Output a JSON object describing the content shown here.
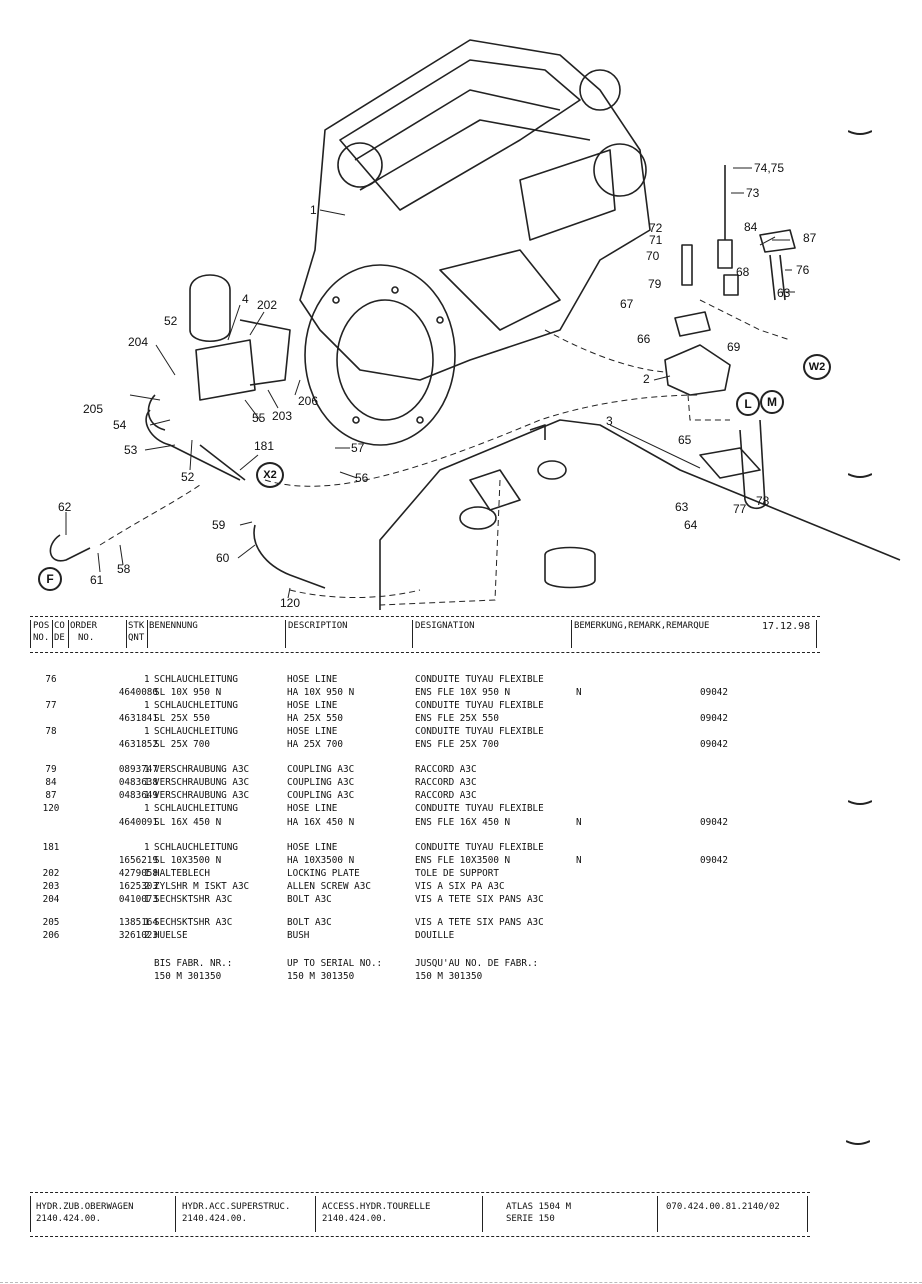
{
  "drawing": {
    "callouts": [
      "1",
      "2",
      "3",
      "4",
      "52",
      "54",
      "53",
      "52",
      "55",
      "56",
      "57",
      "58",
      "59",
      "60",
      "61",
      "62",
      "63",
      "63",
      "64",
      "65",
      "66",
      "67",
      "68",
      "69",
      "70",
      "71",
      "72",
      "73",
      "74,75",
      "76",
      "77",
      "78",
      "79",
      "84",
      "87",
      "120",
      "181",
      "202",
      "203",
      "204",
      "205",
      "206"
    ],
    "markers": [
      "F",
      "X2",
      "W2",
      "L",
      "M"
    ]
  },
  "header": {
    "pos": "POS",
    "no": "NO.",
    "co": "CO",
    "de": "DE",
    "order": "ORDER",
    "order_no": "NO.",
    "stk": "STK",
    "qnt": "QNT",
    "benennung": "BENENNUNG",
    "description": "DESCRIPTION",
    "designation": "DESIGNATION",
    "bemerkung": "BEMERKUNG,REMARK,REMARQUE",
    "date": "17.12.98"
  },
  "rows": [
    {
      "pos": "76",
      "order": "",
      "stk": "1",
      "de": "SCHLAUCHLEITUNG",
      "en": "HOSE LINE",
      "fr": "CONDUITE TUYAU FLEXIBLE",
      "rm": "",
      "ref": ""
    },
    {
      "pos": "",
      "order": "4640080",
      "stk": "",
      "de": "SL 10X 950 N",
      "en": "HA 10X 950 N",
      "fr": "ENS FLE 10X 950 N",
      "rm": "N",
      "ref": "09042"
    },
    {
      "pos": "77",
      "order": "",
      "stk": "1",
      "de": "SCHLAUCHLEITUNG",
      "en": "HOSE LINE",
      "fr": "CONDUITE TUYAU FLEXIBLE",
      "rm": "",
      "ref": ""
    },
    {
      "pos": "",
      "order": "4631841",
      "stk": "",
      "de": "SL 25X 550",
      "en": "HA 25X 550",
      "fr": "ENS FLE 25X 550",
      "rm": "",
      "ref": "09042"
    },
    {
      "pos": "78",
      "order": "",
      "stk": "1",
      "de": "SCHLAUCHLEITUNG",
      "en": "HOSE LINE",
      "fr": "CONDUITE TUYAU FLEXIBLE",
      "rm": "",
      "ref": ""
    },
    {
      "pos": "",
      "order": "4631852",
      "stk": "",
      "de": "SL 25X 700",
      "en": "HA 25X 700",
      "fr": "ENS FLE 25X 700",
      "rm": "",
      "ref": "09042"
    },
    {
      "pos": "79",
      "order": "0893747",
      "stk": "1",
      "de": "VERSCHRAUBUNG A3C",
      "en": "COUPLING A3C",
      "fr": "RACCORD A3C",
      "rm": "",
      "ref": ""
    },
    {
      "pos": "84",
      "order": "0483638",
      "stk": "1",
      "de": "VERSCHRAUBUNG A3C",
      "en": "COUPLING A3C",
      "fr": "RACCORD A3C",
      "rm": "",
      "ref": ""
    },
    {
      "pos": "87",
      "order": "0483649",
      "stk": "1",
      "de": "VERSCHRAUBUNG A3C",
      "en": "COUPLING A3C",
      "fr": "RACCORD A3C",
      "rm": "",
      "ref": ""
    },
    {
      "pos": "120",
      "order": "",
      "stk": "1",
      "de": "SCHLAUCHLEITUNG",
      "en": "HOSE LINE",
      "fr": "CONDUITE TUYAU FLEXIBLE",
      "rm": "",
      "ref": ""
    },
    {
      "pos": "",
      "order": "4640091",
      "stk": "",
      "de": "SL 16X 450 N",
      "en": "HA 16X 450 N",
      "fr": "ENS FLE 16X 450 N",
      "rm": "N",
      "ref": "09042"
    },
    {
      "pos": "181",
      "order": "",
      "stk": "1",
      "de": "SCHLAUCHLEITUNG",
      "en": "HOSE LINE",
      "fr": "CONDUITE TUYAU FLEXIBLE",
      "rm": "",
      "ref": ""
    },
    {
      "pos": "",
      "order": "1656219",
      "stk": "",
      "de": "SL 10X3500 N",
      "en": "HA 10X3500 N",
      "fr": "ENS FLE 10X3500 N",
      "rm": "N",
      "ref": "09042"
    },
    {
      "pos": "202",
      "order": "4279058",
      "stk": "1",
      "de": "HALTEBLECH",
      "en": "LOCKING PLATE",
      "fr": "TOLE DE SUPPORT",
      "rm": "",
      "ref": ""
    },
    {
      "pos": "203",
      "order": "1625303",
      "stk": "2",
      "de": "ZYLSHR M ISKT A3C",
      "en": "ALLEN SCREW A3C",
      "fr": "VIS A SIX PA A3C",
      "rm": "",
      "ref": ""
    },
    {
      "pos": "204",
      "order": "0410073",
      "stk": "1",
      "de": "SECHSKTSHR A3C",
      "en": "BOLT A3C",
      "fr": "VIS A TETE SIX PANS A3C",
      "rm": "",
      "ref": ""
    },
    {
      "pos": "205",
      "order": "1385164",
      "stk": "1",
      "de": "SECHSKTSHR A3C",
      "en": "BOLT A3C",
      "fr": "VIS A TETE SIX PANS A3C",
      "rm": "",
      "ref": ""
    },
    {
      "pos": "206",
      "order": "3261023",
      "stk": "2",
      "de": "HUELSE",
      "en": "BUSH",
      "fr": "DOUILLE",
      "rm": "",
      "ref": ""
    }
  ],
  "serial": {
    "de1": "BIS FABR. NR.:",
    "de2": "150 M 301350",
    "en1": "UP TO SERIAL NO.:",
    "en2": "150 M 301350",
    "fr1": "JUSQU'AU NO. DE FABR.:",
    "fr2": "150 M 301350"
  },
  "footer": {
    "c1a": "HYDR.ZUB.OBERWAGEN",
    "c1b": "2140.424.00.",
    "c2a": "HYDR.ACC.SUPERSTRUC.",
    "c2b": "2140.424.00.",
    "c3a": "ACCESS.HYDR.TOURELLE",
    "c3b": "2140.424.00.",
    "c4a": "ATLAS 1504 M",
    "c4b": "SERIE 150",
    "c5a": "070.424.00.81.2140/02"
  }
}
